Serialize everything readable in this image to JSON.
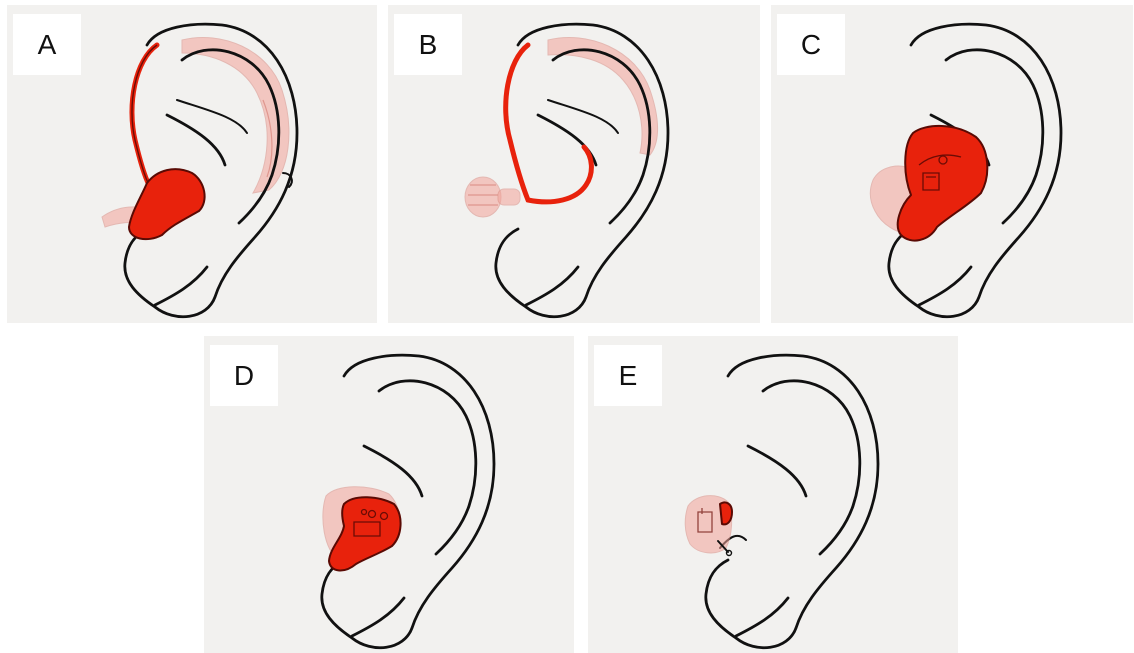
{
  "panels": [
    {
      "label": "A"
    },
    {
      "label": "B"
    },
    {
      "label": "C"
    },
    {
      "label": "D"
    },
    {
      "label": "E"
    }
  ],
  "colors": {
    "device_red": "#e8220c",
    "device_ghost": "#f2a39a",
    "panel_bg": "#f2f1ef",
    "ear_outline": "#111111"
  }
}
